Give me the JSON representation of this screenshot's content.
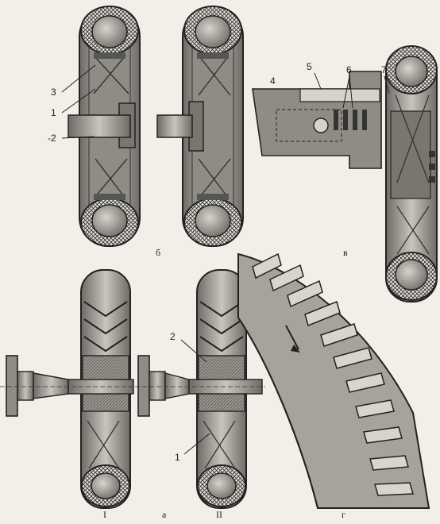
{
  "labels": {
    "p1": "3",
    "p2": "1",
    "p3": "-2",
    "p4": "4",
    "p5": "5",
    "p6": "6",
    "p7": "7",
    "p8": "2",
    "p9": "1"
  },
  "captions": {
    "b": "б",
    "v": "в",
    "a": "а",
    "g": "г",
    "I": "I",
    "II": "II"
  }
}
